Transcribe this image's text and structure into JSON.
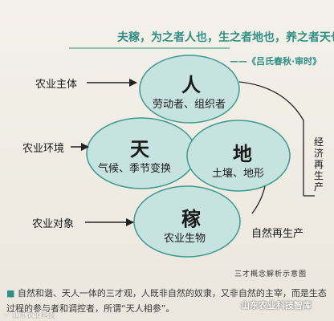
{
  "quote": "夫稼，为之者人也，生之者地也，养之者天也",
  "source": "——《吕氏春秋·审时》",
  "nodes": {
    "ren": {
      "title": "人",
      "subtitle": "劳动者、组织者"
    },
    "tian": {
      "title": "天",
      "subtitle": "气候、季节变换"
    },
    "di": {
      "title": "地",
      "subtitle": "土壤、地形"
    },
    "jia": {
      "title": "稼",
      "subtitle": "农业生物"
    }
  },
  "side_labels": {
    "subject": "农业主体",
    "environment": "农业环境",
    "object": "农业对象"
  },
  "natural_reproduction": "自然再生产",
  "economic_reproduction": "经济再生产",
  "caption": "三才概念解析示意图",
  "bottom_text": {
    "bullet": "■",
    "line1": "自然和谐、天人一体的三才观，人既非自然的奴隶，又非自然的主宰，而是生态",
    "line2": "过程的参与者和调控者，所谓“天人相参”。"
  },
  "watermark": "山东农业科技智库",
  "watermark_left": "☞ 山东农业科技"
}
